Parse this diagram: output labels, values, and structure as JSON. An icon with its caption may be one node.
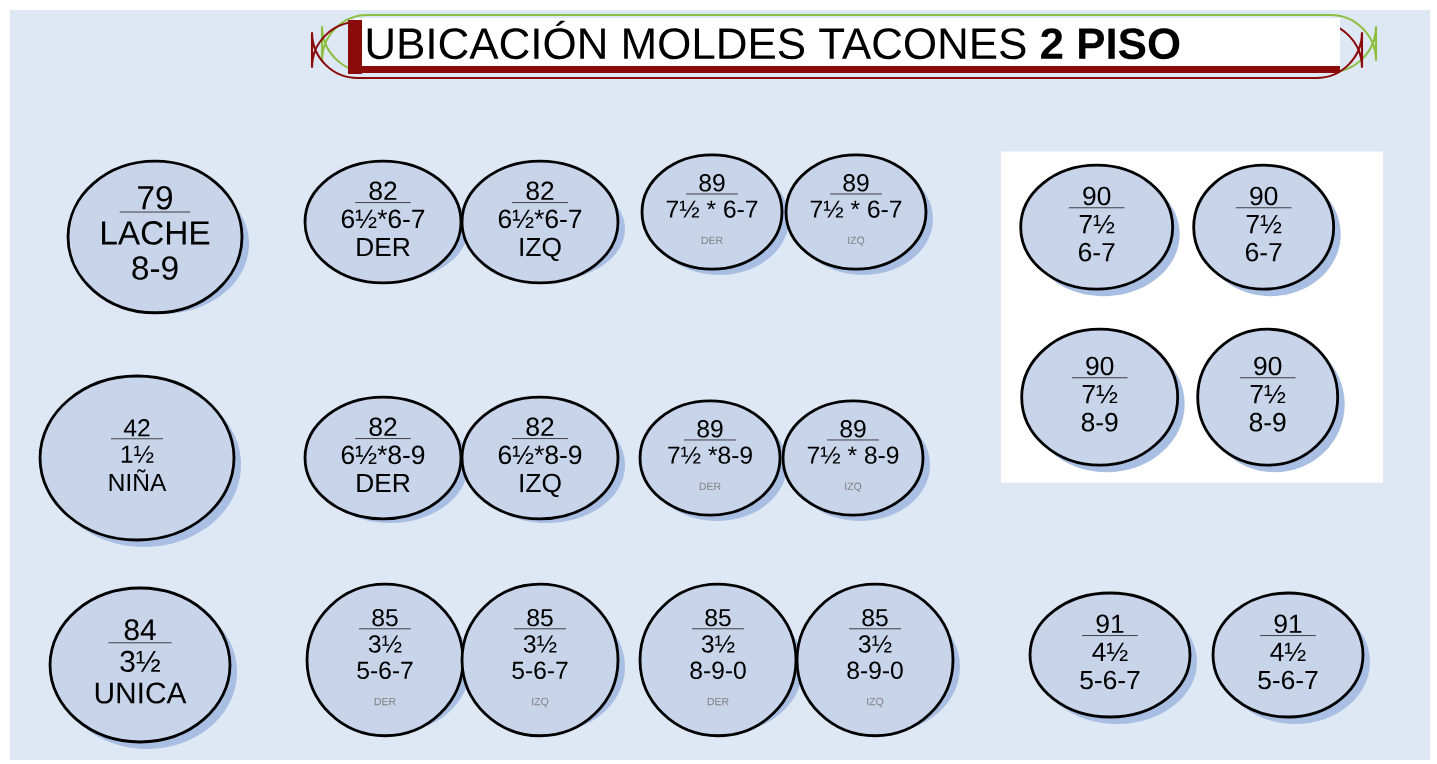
{
  "diagram": {
    "title": "UBICACIÓN MOLDES TACONES **2 PISO**",
    "nodes": [
      {
        "text": [
          "79",
          "LACHE",
          "8-9"
        ]
      },
      {
        "text": [
          "82",
          "6½*6-7",
          "DER"
        ]
      },
      {
        "text": [
          "82",
          "6½*6-7",
          "IZQ"
        ]
      },
      {
        "text": [
          "89",
          "7½ * 6-7",
          "DER"
        ]
      },
      {
        "text": [
          "89",
          "7½ * 6-7",
          "IZQ"
        ]
      },
      {
        "text": [],
        "shape": "box"
      },
      {
        "text": [
          "90",
          "7½",
          "6-7"
        ],
        "in": 5
      },
      {
        "text": [
          "90",
          "7½",
          "6-7"
        ],
        "in": 5
      },
      {
        "text": [
          "90",
          "7½",
          "8-9"
        ],
        "in": 5
      },
      {
        "text": [
          "90",
          "7½",
          "8-9"
        ],
        "in": 5
      },
      {
        "text": [
          "42",
          "1½",
          "NIÑA"
        ]
      },
      {
        "text": [
          "82",
          "6½*8-9",
          "DER"
        ]
      },
      {
        "text": [
          "82",
          "6½*8-9",
          "IZQ"
        ]
      },
      {
        "text": [
          "89",
          "7½ *8-9",
          "DER"
        ]
      },
      {
        "text": [
          "89",
          "7½ * 8-9",
          "IZQ"
        ]
      },
      {
        "text": [
          "84",
          "3½",
          "UNICA"
        ]
      },
      {
        "text": [
          "85",
          "3½",
          "5-6-7",
          "DER"
        ]
      },
      {
        "text": [
          "85",
          "3½",
          "5-6-7",
          "IZQ"
        ]
      },
      {
        "text": [
          "85",
          "3½",
          "8-9-0",
          "DER"
        ]
      },
      {
        "text": [
          "85",
          "3½",
          "8-9-0",
          "IZQ"
        ]
      },
      {
        "text": [
          "91",
          "4½",
          "5-6-7"
        ]
      },
      {
        "text": [
          "91",
          "4½",
          "5-6-7"
        ]
      }
    ],
    "edges": []
  }
}
